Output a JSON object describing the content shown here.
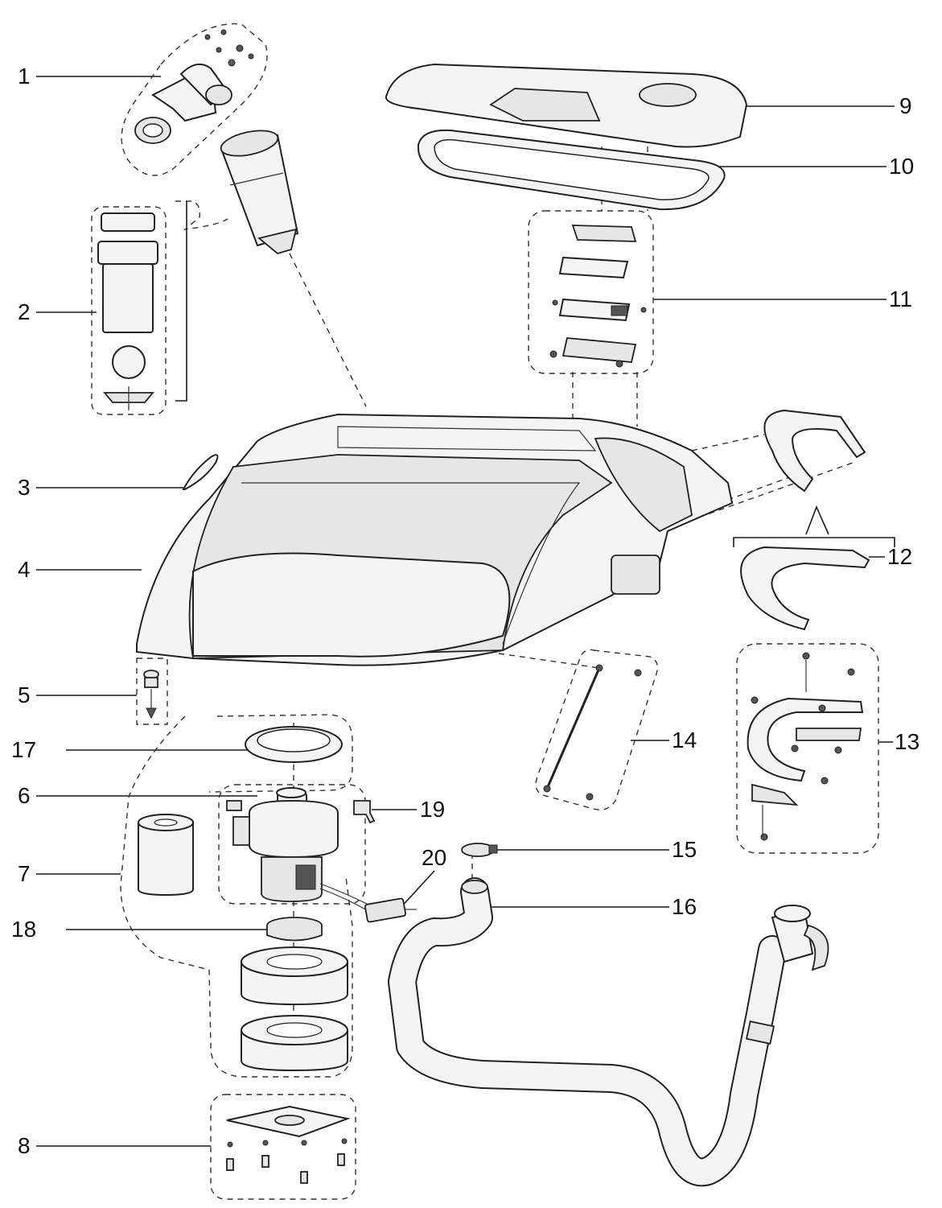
{
  "callouts": [
    {
      "id": "c1",
      "label": "1"
    },
    {
      "id": "c2",
      "label": "2"
    },
    {
      "id": "c3",
      "label": "3"
    },
    {
      "id": "c4",
      "label": "4"
    },
    {
      "id": "c5",
      "label": "5"
    },
    {
      "id": "c6",
      "label": "6"
    },
    {
      "id": "c7",
      "label": "7"
    },
    {
      "id": "c8",
      "label": "8"
    },
    {
      "id": "c9",
      "label": "9"
    },
    {
      "id": "c10",
      "label": "10"
    },
    {
      "id": "c11",
      "label": "11"
    },
    {
      "id": "c12",
      "label": "12"
    },
    {
      "id": "c13",
      "label": "13"
    },
    {
      "id": "c14",
      "label": "14"
    },
    {
      "id": "c15",
      "label": "15"
    },
    {
      "id": "c16",
      "label": "16"
    },
    {
      "id": "c17",
      "label": "17"
    },
    {
      "id": "c18",
      "label": "18"
    },
    {
      "id": "c19",
      "label": "19"
    },
    {
      "id": "c20",
      "label": "20"
    }
  ],
  "colors": {
    "line": "#1a1a1a",
    "fill": "#f4f4f4",
    "shade": "#e6e6e6"
  }
}
